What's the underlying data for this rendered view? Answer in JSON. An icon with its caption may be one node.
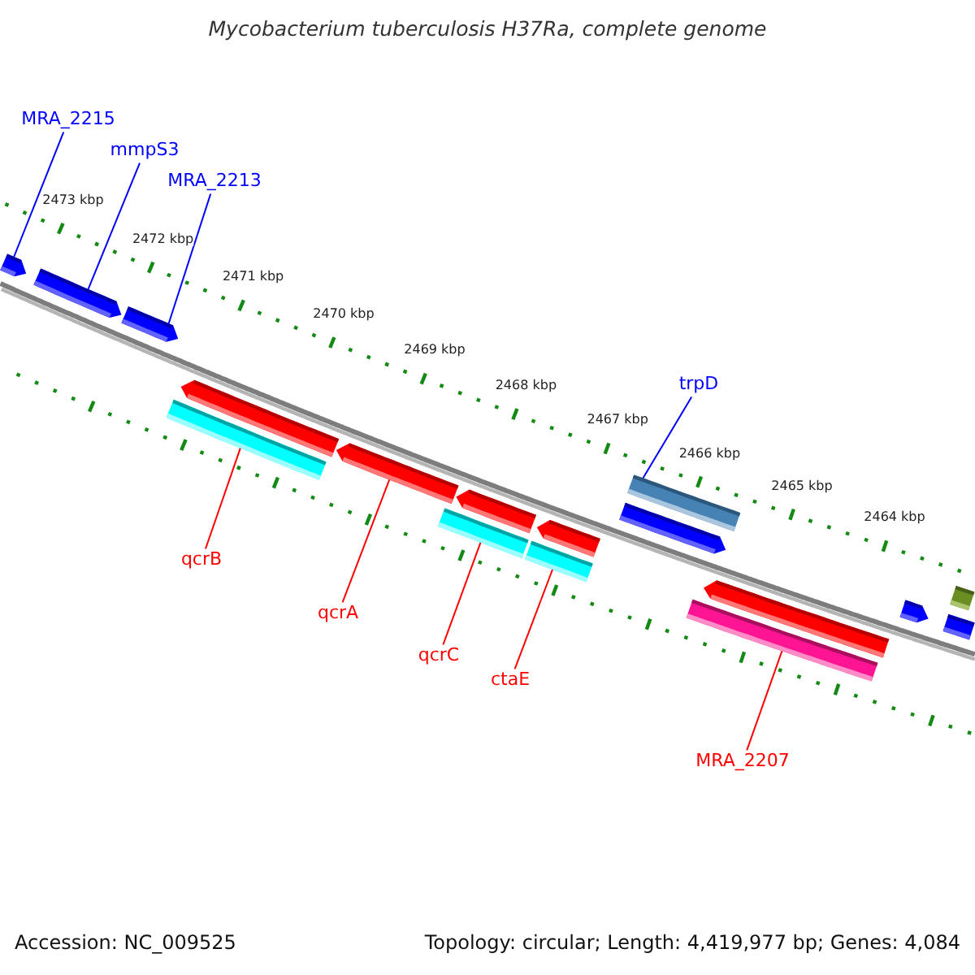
{
  "diagram": {
    "title": "Mycobacterium tuberculosis H37Ra, complete genome",
    "nodes": [
      {
        "text": [
          "MRA_2215"
        ]
      },
      {
        "text": [
          "mmpS3"
        ]
      },
      {
        "text": [
          "MRA_2213"
        ]
      },
      {
        "text": [
          "trpD"
        ]
      },
      {
        "text": [
          "qcrB"
        ]
      },
      {
        "text": [
          "qcrA"
        ]
      },
      {
        "text": [
          "qcrC"
        ]
      },
      {
        "text": [
          "ctaE"
        ]
      },
      {
        "text": [
          "MRA_2207"
        ]
      },
      {
        "text": [],
        "shape": "arrow"
      },
      {
        "text": [],
        "shape": "arrow"
      },
      {
        "text": [],
        "shape": "arrow"
      },
      {
        "text": [],
        "shape": "bar"
      },
      {
        "text": [],
        "shape": "arrow"
      },
      {
        "text": [],
        "shape": "arrow"
      },
      {
        "text": [],
        "shape": "bar"
      },
      {
        "text": [],
        "shape": "arrow"
      },
      {
        "text": [],
        "shape": "bar"
      },
      {
        "text": [],
        "shape": "arrow"
      },
      {
        "text": [],
        "shape": "arrow"
      },
      {
        "text": [],
        "shape": "bar"
      },
      {
        "text": [],
        "shape": "bar"
      },
      {
        "text": [],
        "shape": "arrow"
      },
      {
        "text": [],
        "shape": "arrow"
      },
      {
        "text": [],
        "shape": "arrow"
      },
      {
        "text": [],
        "shape": "bar"
      }
    ],
    "edges": [
      {
        "from": 0,
        "to": 9,
        "arrow": "none",
        "color": "#0000ff"
      },
      {
        "from": 1,
        "to": 10,
        "arrow": "none",
        "color": "#0000ff"
      },
      {
        "from": 2,
        "to": 11,
        "arrow": "none",
        "color": "#0000ff"
      },
      {
        "from": 3,
        "to": 20,
        "arrow": "none",
        "color": "#0000ff"
      },
      {
        "from": 4,
        "to": 12,
        "arrow": "none"
      },
      {
        "from": 5,
        "to": 14,
        "arrow": "none"
      },
      {
        "from": 6,
        "to": 15,
        "arrow": "none"
      },
      {
        "from": 7,
        "to": 17,
        "arrow": "none"
      },
      {
        "from": 8,
        "to": 21,
        "arrow": "none"
      }
    ],
    "labels": [
      "2473 kbp",
      "2472 kbp",
      "2471 kbp",
      "2470 kbp",
      "2469 kbp",
      "2468 kbp",
      "2467 kbp",
      "2466 kbp",
      "2465 kbp",
      "2464 kbp",
      "Accession: NC_009525",
      "Topology: circular; Length: 4,419,977 bp; Genes: 4,084"
    ]
  }
}
